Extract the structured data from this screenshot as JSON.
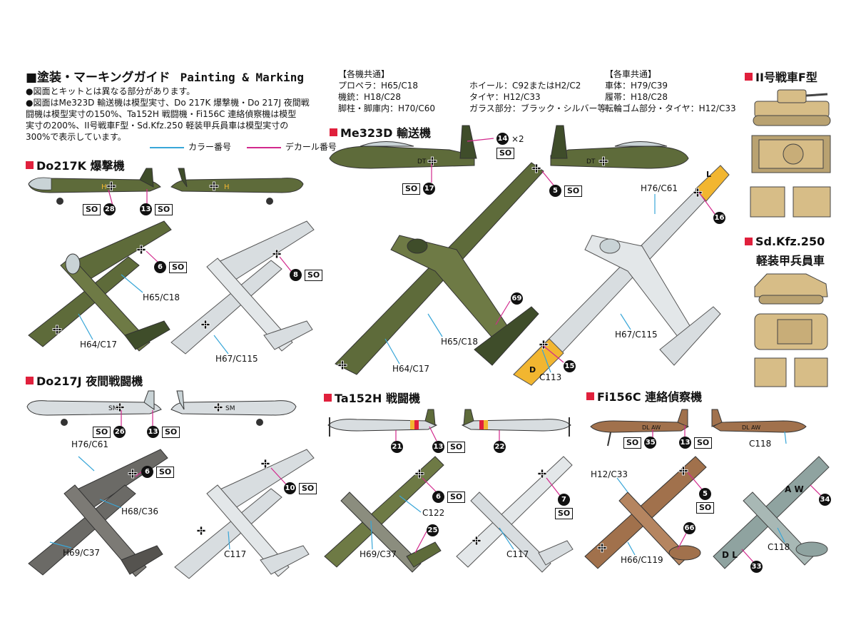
{
  "header": {
    "title_jp": "■塗装・マーキングガイド",
    "title_en": "Painting & Marking",
    "notes": [
      "●図面とキットとは異なる部分があります。",
      "●図面はMe323D 輸送機は模型実寸、Do 217K 爆撃機・Do 217J 夜間戦",
      "闘機は模型実寸の150%、Ta152H 戦闘機・Fi156C 連絡偵察機は模型",
      "実寸の200%、II号戦車F型・Sd.Kfz.250 軽装甲兵員車は模型実寸の",
      "300%で表示しています。"
    ],
    "legend_color": "カラー番号",
    "legend_decal": "デカール番号"
  },
  "common_aircraft": {
    "heading": "【各機共通】",
    "col1": [
      "プロペラ：H65/C18",
      "機銃：H18/C28",
      "脚柱・脚庫内：H70/C60"
    ],
    "col2": [
      "ホイール：C92またはH2/C2",
      "タイヤ：H12/C33",
      "ガラス部分：ブラック・シルバー等"
    ]
  },
  "common_vehicles": {
    "heading": "【各車共通】",
    "lines": [
      "車体：H79/C39",
      "履帯：H18/C28",
      "転輪ゴム部分・タイヤ：H12/C33"
    ]
  },
  "sections": {
    "do217k": "Do217K 爆撃機",
    "do217j": "Do217J 夜間戦闘機",
    "me323d": "Me323D 輸送機",
    "ta152h": "Ta152H 戦闘機",
    "fi156c": "Fi156C 連絡偵察機",
    "panzer2": "II号戦車F型",
    "sdkfz_1": "Sd.Kfz.250",
    "sdkfz_2": "軽装甲兵員車"
  },
  "so": "SO",
  "x2": "×2",
  "fuselage_codes": {
    "do217k": "H",
    "do217j": "SM",
    "me323": "DT",
    "fi156": "DL AW",
    "fi156_top": "A W",
    "fi156_bottom": "D L",
    "me323_bottom": "D",
    "me323_top": "L"
  },
  "colors_labels": {
    "do_k_h65": "H65/C18",
    "do_k_h64": "H64/C17",
    "do_k_h67": "H67/C115",
    "do_j_h76": "H76/C61",
    "do_j_h68": "H68/C36",
    "do_j_h69": "H69/C37",
    "do_j_c117": "C117",
    "me_h76": "H76/C61",
    "me_h65": "H65/C18",
    "me_h64": "H64/C17",
    "me_h67": "H67/C115",
    "me_c113": "C113",
    "ta_c122": "C122",
    "ta_h69": "H69/C37",
    "ta_c117": "C117",
    "fi_c118a": "C118",
    "fi_h12": "H12/C33",
    "fi_h66": "H66/C119",
    "fi_c118b": "C118"
  },
  "decals": {
    "d28": "28",
    "d13": "13",
    "d6": "6",
    "d8": "8",
    "d14": "14",
    "d17": "17",
    "d5": "5",
    "d16": "16",
    "d69": "69",
    "d15": "15",
    "d26": "26",
    "d10": "10",
    "d21": "21",
    "d22": "22",
    "d25": "25",
    "d7": "7",
    "d35": "35",
    "d66": "66",
    "d34": "34",
    "d33": "33"
  },
  "palette": {
    "olive": "#5e6b3a",
    "dark_green": "#3f4d2a",
    "light_gray": "#d8dde0",
    "sky_gray": "#c9d3d6",
    "brown": "#a1714c",
    "tan": "#d7bd87",
    "yellow": "#f2b630",
    "accent_red": "#e0203c",
    "leader_blue": "#38a6d8",
    "leader_magenta": "#d2288c",
    "camo_gray": "#6b6a66",
    "teal_gray": "#8fa3a0"
  }
}
